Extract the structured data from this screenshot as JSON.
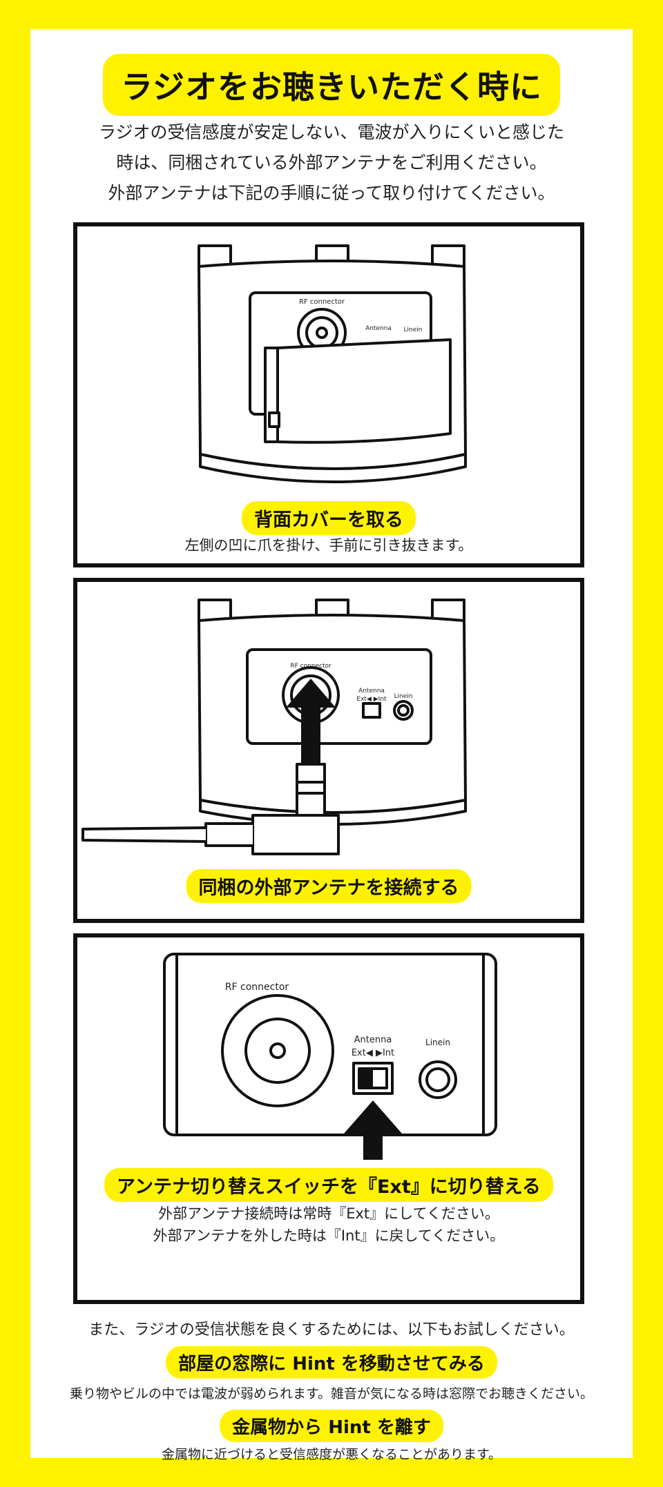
{
  "title": "ラジオをお聴きいただく時に",
  "intro": [
    "ラジオの受信感度が安定しない、電波が入りにくいと感じた",
    "時は、同梱されている外部アンテナをご利用ください。",
    "外部アンテナは下記の手順に従って取り付けてください。"
  ],
  "steps": [
    {
      "heading": "背面カバーを取る",
      "desc": [
        "左側の凹に爪を掛け、手前に引き抜きます。"
      ],
      "labels": {
        "rf": "RF connector",
        "antenna": "Antenna",
        "linein": "Linein"
      }
    },
    {
      "heading": "同梱の外部アンテナを接続する",
      "desc": [],
      "labels": {
        "rf": "RF connector",
        "antenna": "Antenna",
        "switch": "Ext◀ ▶Int",
        "linein": "Linein"
      }
    },
    {
      "heading": "アンテナ切り替えスイッチを『Ext』に切り替える",
      "desc": [
        "外部アンテナ接続時は常時『Ext』にしてください。",
        "外部アンテナを外した時は『Int』に戻してください。"
      ],
      "labels": {
        "rf": "RF connector",
        "antenna": "Antenna",
        "switch": "Ext◀ ▶Int",
        "linein": "Linein"
      }
    }
  ],
  "also": "また、ラジオの受信状態を良くするためには、以下もお試しください。",
  "tips": [
    {
      "heading": "部屋の窓際に Hint を移動させてみる",
      "desc": "乗り物やビルの中では電波が弱められます。雑音が気になる時は窓際でお聴きください。"
    },
    {
      "heading": "金属物から Hint を離す",
      "desc": "金属物に近づけると受信感度が悪くなることがあります。"
    }
  ],
  "colors": {
    "accent": "#FFF200",
    "ink": "#111111"
  }
}
